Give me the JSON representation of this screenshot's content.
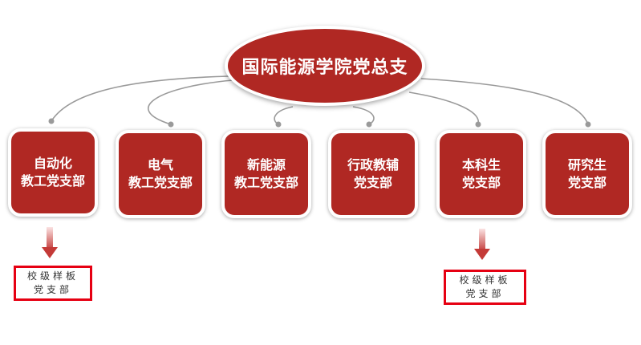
{
  "root": {
    "label": "国际能源学院党总支"
  },
  "branches": [
    {
      "line1": "自动化",
      "line2": "教工党支部"
    },
    {
      "line1": "电气",
      "line2": "教工党支部"
    },
    {
      "line1": "新能源",
      "line2": "教工党支部"
    },
    {
      "line1": "行政教辅",
      "line2": "党支部"
    },
    {
      "line1": "本科生",
      "line2": "党支部"
    },
    {
      "line1": "研究生",
      "line2": "党支部"
    }
  ],
  "tags": [
    {
      "line1": "校级样板",
      "line2": "党支部"
    },
    {
      "line1": "校级样板",
      "line2": "党支部"
    }
  ],
  "colors": {
    "node": "#b02823",
    "tag_border": "#e60012",
    "connector": "#9a9a9a"
  }
}
